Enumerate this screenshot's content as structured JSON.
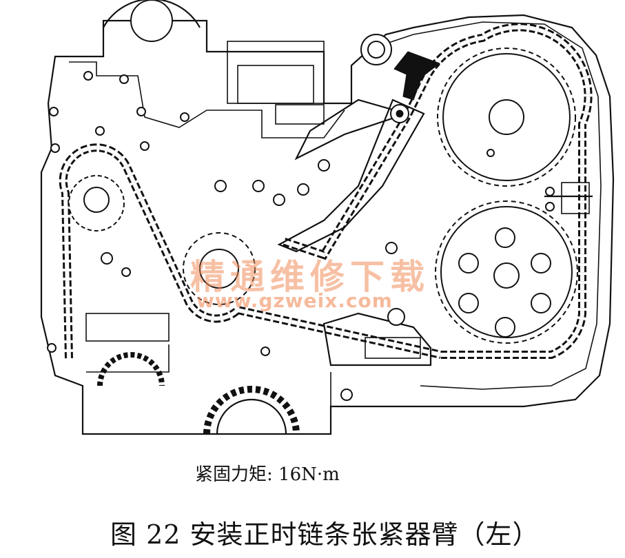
{
  "torque_label": "紧固力矩: 16N·m",
  "caption": "图 22    安装正时链条张紧器臂（左）",
  "watermark": {
    "cn": "精通维修下载",
    "url": "www.gzweix.com"
  },
  "colors": {
    "line": "#111111",
    "watermark": "#f08c5a"
  }
}
